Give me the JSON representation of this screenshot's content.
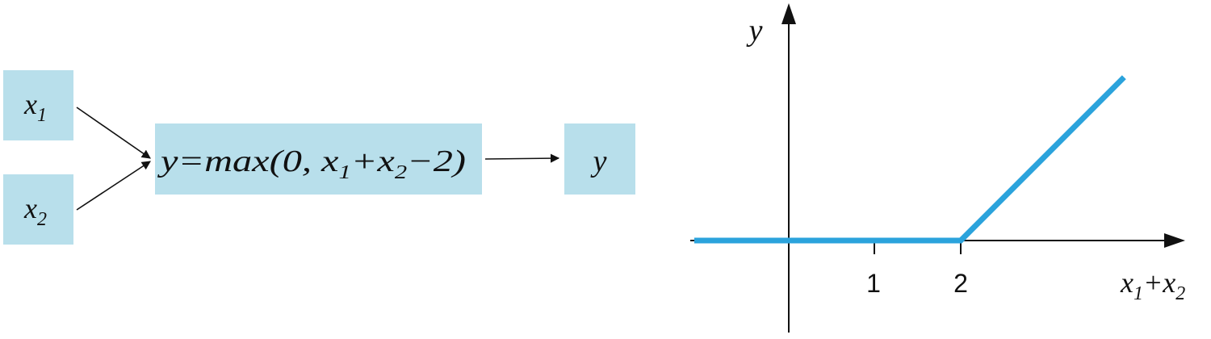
{
  "colors": {
    "box_fill": "#b8dfeb",
    "accent": "#2ba3dc",
    "ink": "#111111"
  },
  "inputs": [
    {
      "base": "x",
      "sub": "1"
    },
    {
      "base": "x",
      "sub": "2"
    }
  ],
  "formula": {
    "lhs": "y",
    "eq": "=",
    "fn": "max(0, ",
    "x1_base": "x",
    "x1_sub": "1",
    "plus": "+",
    "x2_base": "x",
    "x2_sub": "2",
    "minus_tail": "−2)"
  },
  "output": {
    "label": "y"
  },
  "graph": {
    "y_axis_label": "y",
    "x_axis_label": {
      "a_base": "x",
      "a_sub": "1",
      "plus": "+",
      "b_base": "x",
      "b_sub": "2"
    },
    "ticks": [
      "1",
      "2"
    ]
  },
  "chart_data": {
    "type": "line",
    "xlabel": "x1+x2",
    "ylabel": "y",
    "x_ticks": [
      1,
      2
    ],
    "series": [
      {
        "x": [
          -1.1,
          2,
          3.9
        ],
        "y": [
          0,
          0,
          1.9
        ]
      }
    ]
  }
}
